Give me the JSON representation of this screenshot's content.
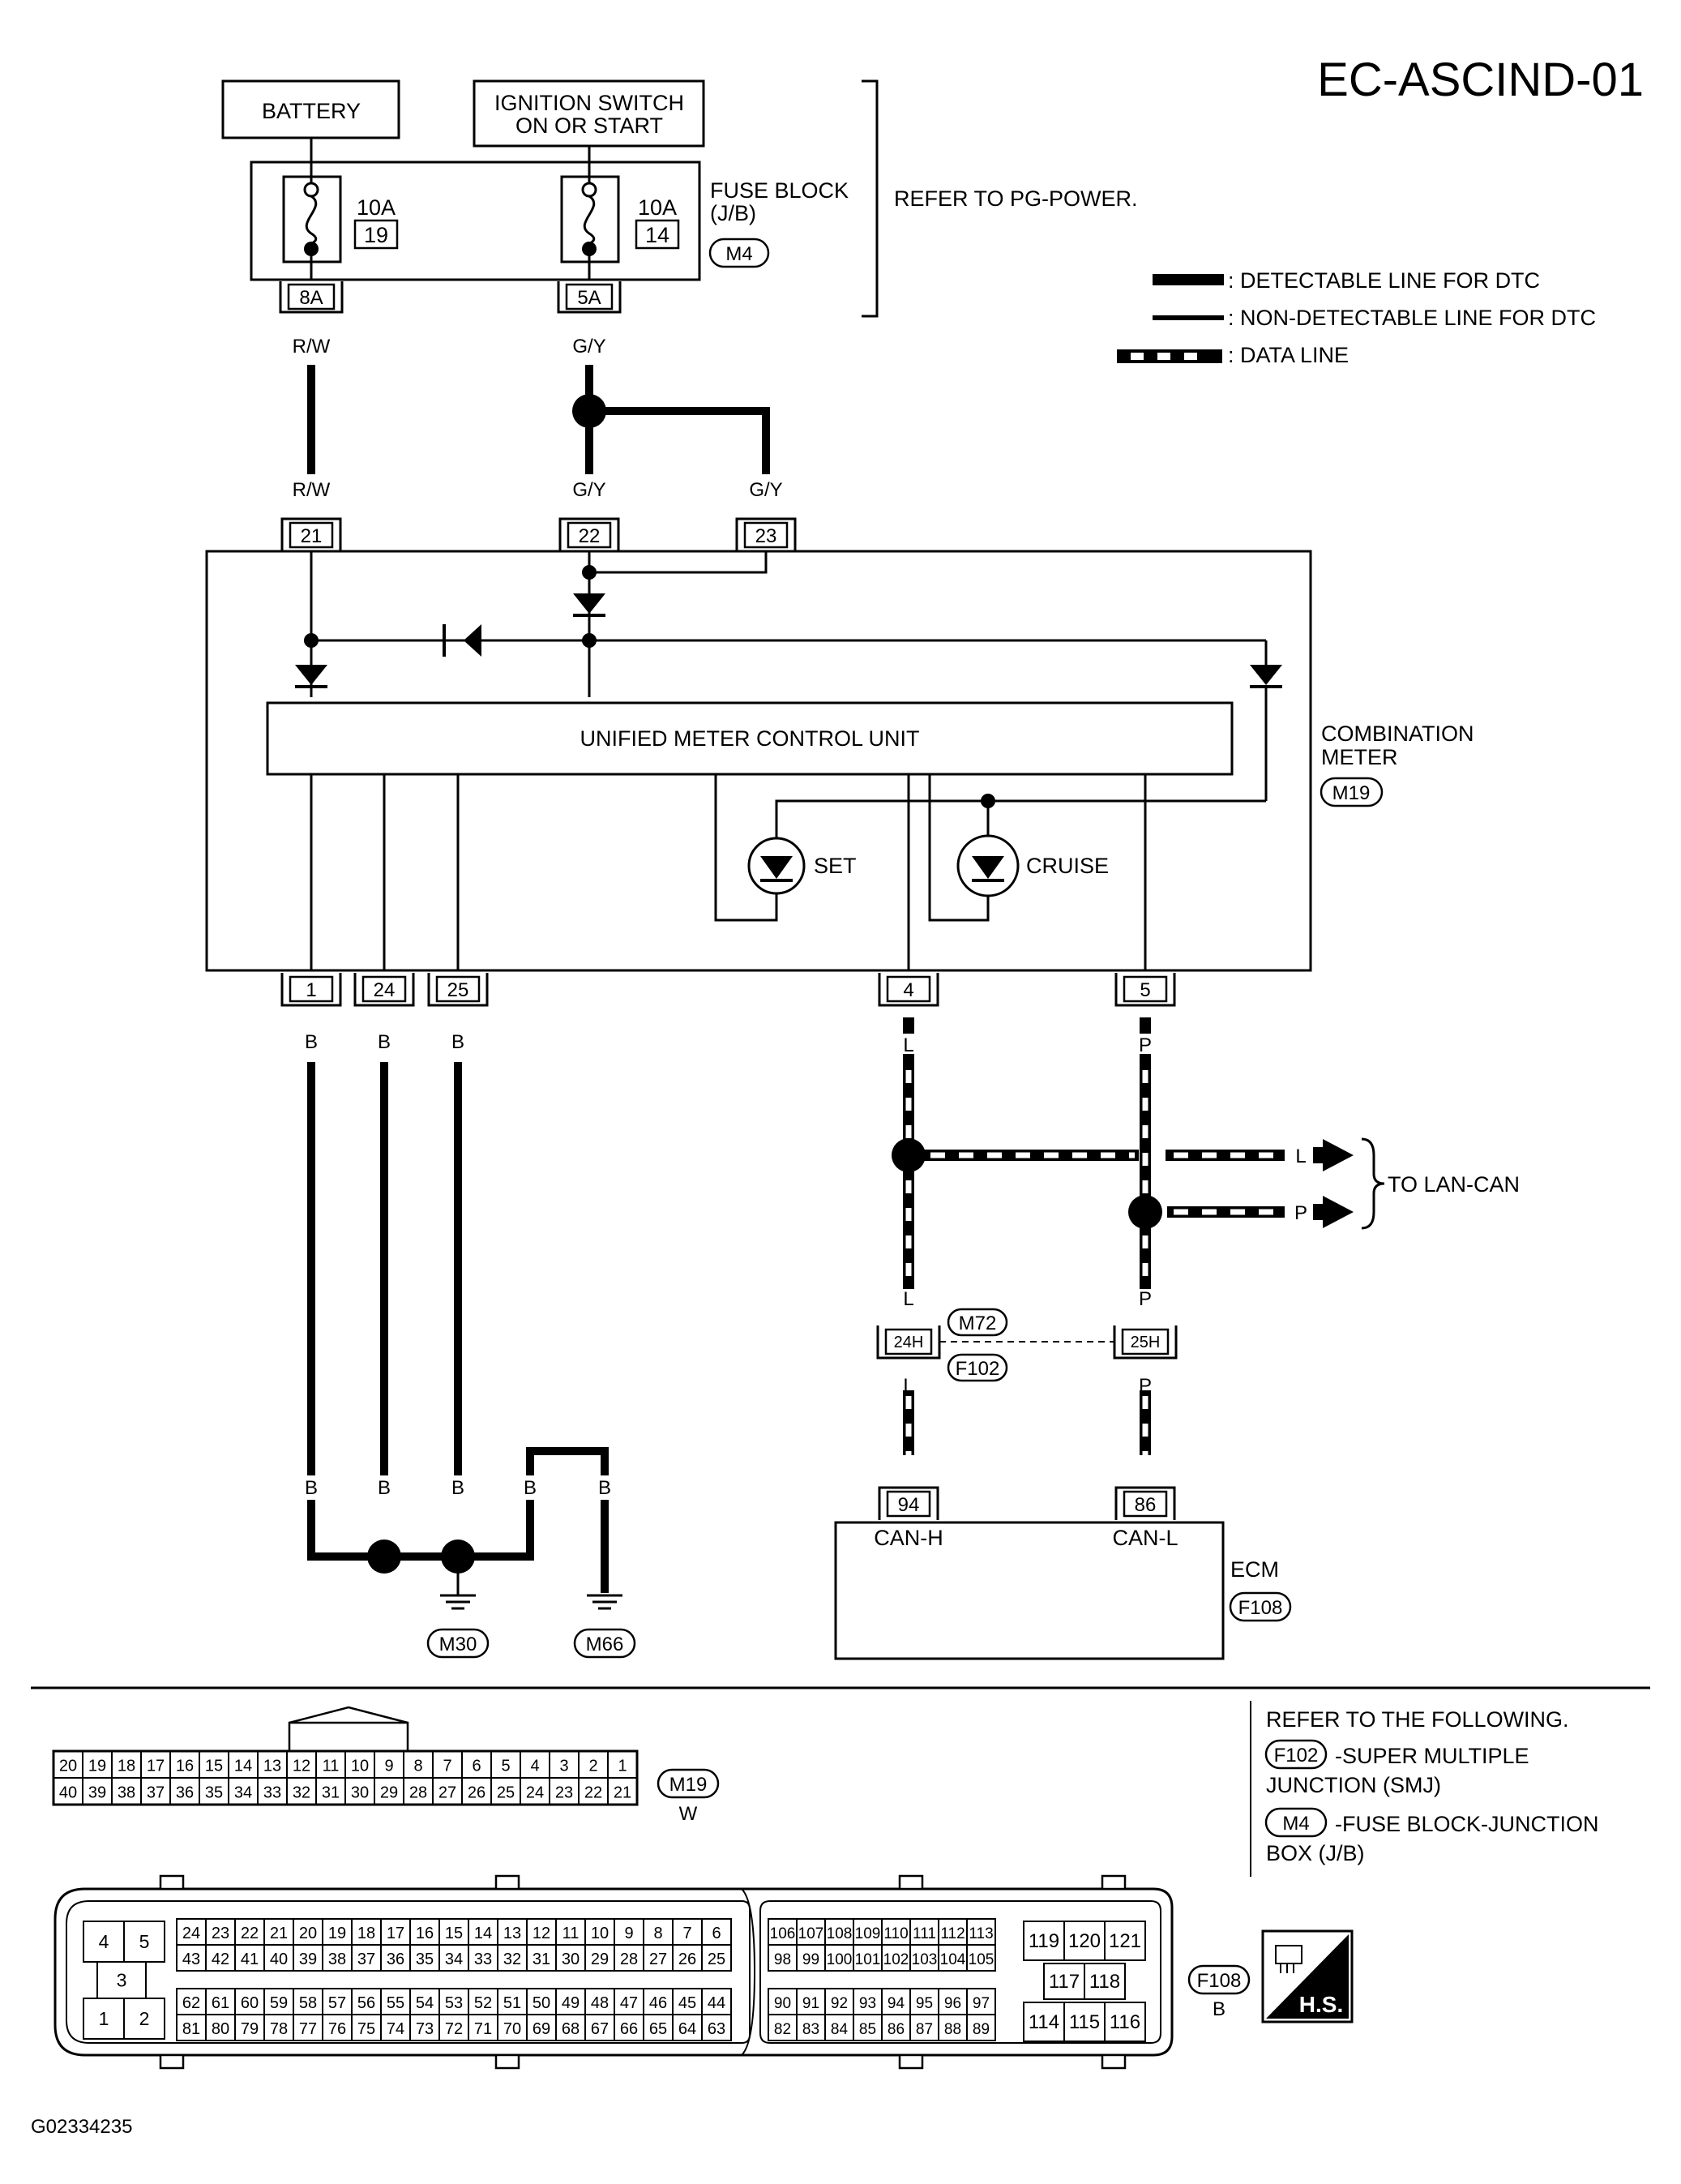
{
  "header": {
    "page_code": "EC-ASCIND-01",
    "figure_id": "G02334235"
  },
  "power": {
    "battery": "BATTERY",
    "ignition_line1": "IGNITION SWITCH",
    "ignition_line2": "ON OR START",
    "fuse_block_line1": "FUSE BLOCK",
    "fuse_block_line2": "(J/B)",
    "fuse_block_connector": "M4",
    "fuse_left_amps": "10A",
    "fuse_left_no": "19",
    "fuse_right_amps": "10A",
    "fuse_right_no": "14",
    "fuse_left_term": "8A",
    "fuse_right_term": "5A",
    "refer_note": "REFER TO PG-POWER."
  },
  "legend": {
    "detectable": ": DETECTABLE LINE FOR DTC",
    "non_detectable": ": NON-DETECTABLE LINE FOR DTC",
    "data_line": ": DATA LINE"
  },
  "wire_colors": {
    "rw": "R/W",
    "gy": "G/Y",
    "b": "B",
    "l": "L",
    "p": "P"
  },
  "combination_meter": {
    "name_line1": "COMBINATION",
    "name_line2": "METER",
    "connector": "M19",
    "unit_label": "UNIFIED METER CONTROL UNIT",
    "lamp_set": "SET",
    "lamp_cruise": "CRUISE",
    "pins_top": [
      "21",
      "22",
      "23"
    ],
    "pins_bottom": [
      "1",
      "24",
      "25",
      "4",
      "5"
    ]
  },
  "lan": {
    "label": "TO LAN-CAN"
  },
  "smj": {
    "pin_l": "24H",
    "pin_p": "25H",
    "conn_top": "M72",
    "conn_bottom": "F102"
  },
  "ecm": {
    "name": "ECM",
    "connector": "F108",
    "pin_can_h": "94",
    "pin_can_l": "86",
    "can_h": "CAN-H",
    "can_l": "CAN-L"
  },
  "grounds": [
    "M30",
    "M66"
  ],
  "references": {
    "title": "REFER TO THE FOLLOWING.",
    "item1_conn": "F102",
    "item1_line1": "-SUPER MULTIPLE",
    "item1_line2": "JUNCTION (SMJ)",
    "item2_conn": "M4",
    "item2_line1": "-FUSE BLOCK-JUNCTION",
    "item2_line2": "BOX (J/B)"
  },
  "connector_m19": {
    "id": "M19",
    "color": "W",
    "row_top": [
      "20",
      "19",
      "18",
      "17",
      "16",
      "15",
      "14",
      "13",
      "12",
      "11",
      "10",
      "9",
      "8",
      "7",
      "6",
      "5",
      "4",
      "3",
      "2",
      "1"
    ],
    "row_bottom": [
      "40",
      "39",
      "38",
      "37",
      "36",
      "35",
      "34",
      "33",
      "32",
      "31",
      "30",
      "29",
      "28",
      "27",
      "26",
      "25",
      "24",
      "23",
      "22",
      "21"
    ]
  },
  "connector_f108": {
    "id": "F108",
    "color": "B",
    "left_top": [
      "4",
      "5"
    ],
    "left_mid": "3",
    "left_bottom": [
      "1",
      "2"
    ],
    "rows_a": [
      [
        "24",
        "23",
        "22",
        "21",
        "20",
        "19",
        "18",
        "17",
        "16",
        "15",
        "14",
        "13",
        "12",
        "11",
        "10",
        "9",
        "8",
        "7",
        "6"
      ],
      [
        "43",
        "42",
        "41",
        "40",
        "39",
        "38",
        "37",
        "36",
        "35",
        "34",
        "33",
        "32",
        "31",
        "30",
        "29",
        "28",
        "27",
        "26",
        "25"
      ],
      [
        "62",
        "61",
        "60",
        "59",
        "58",
        "57",
        "56",
        "55",
        "54",
        "53",
        "52",
        "51",
        "50",
        "49",
        "48",
        "47",
        "46",
        "45",
        "44"
      ],
      [
        "81",
        "80",
        "79",
        "78",
        "77",
        "76",
        "75",
        "74",
        "73",
        "72",
        "71",
        "70",
        "69",
        "68",
        "67",
        "66",
        "65",
        "64",
        "63"
      ]
    ],
    "rows_b": [
      [
        "106",
        "107",
        "108",
        "109",
        "110",
        "111",
        "112",
        "113"
      ],
      [
        "98",
        "99",
        "100",
        "101",
        "102",
        "103",
        "104",
        "105"
      ],
      [
        "90",
        "91",
        "92",
        "93",
        "94",
        "95",
        "96",
        "97"
      ],
      [
        "82",
        "83",
        "84",
        "85",
        "86",
        "87",
        "88",
        "89"
      ]
    ],
    "right_top": [
      "119",
      "120",
      "121"
    ],
    "right_mid": [
      "117",
      "118"
    ],
    "right_bottom": [
      "114",
      "115",
      "116"
    ]
  },
  "hs_icon_label": "H.S."
}
